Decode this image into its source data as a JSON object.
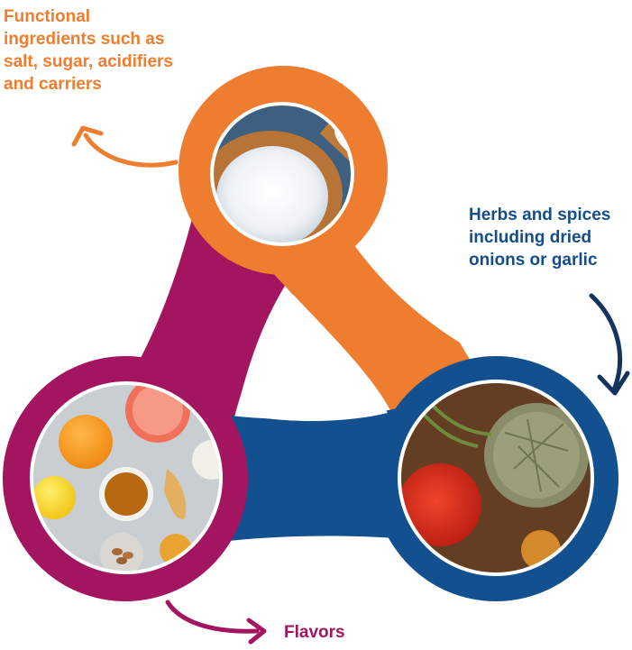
{
  "labels": {
    "functional": [
      "Functional",
      "ingredients such as",
      "salt, sugar, acidifiers",
      "and carriers"
    ],
    "herbs": [
      "Herbs and spices",
      "including dried",
      "onions or garlic"
    ],
    "flavors": "Flavors"
  },
  "colors": {
    "orange": "#ee7d2f",
    "magenta": "#a3155f",
    "blue": "#13508f",
    "navy_arrow": "#12345f",
    "white": "#ffffff"
  },
  "photos": {
    "top": "salt-bowl-photo",
    "left": "fruits-ginger-tea-photo",
    "right": "dried-herbs-paprika-photo"
  }
}
